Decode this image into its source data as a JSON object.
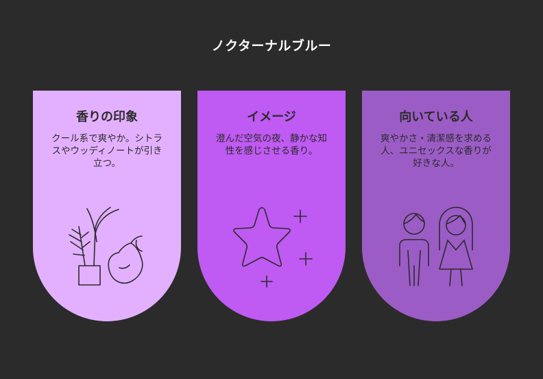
{
  "title": "ノクターナルブルー",
  "colors": {
    "background": "#2b2b2b",
    "card_1": "#e3b0ff",
    "card_2": "#bf5af2",
    "card_3": "#9c5cc6",
    "ink": "#2b2b2b"
  },
  "cards": [
    {
      "heading": "香りの印象",
      "description": "クール系で爽やか。シトラスやウッディノートが引き立つ。",
      "icon": "plant-and-citrus-icon"
    },
    {
      "heading": "イメージ",
      "description": "澄んだ空気の夜、静かな知性を感じさせる香り。",
      "icon": "star-sparkle-icon"
    },
    {
      "heading": "向いている人",
      "description": "爽やかさ・清潔感を求める人、ユニセックスな香りが好きな人。",
      "icon": "man-and-woman-icon"
    }
  ]
}
